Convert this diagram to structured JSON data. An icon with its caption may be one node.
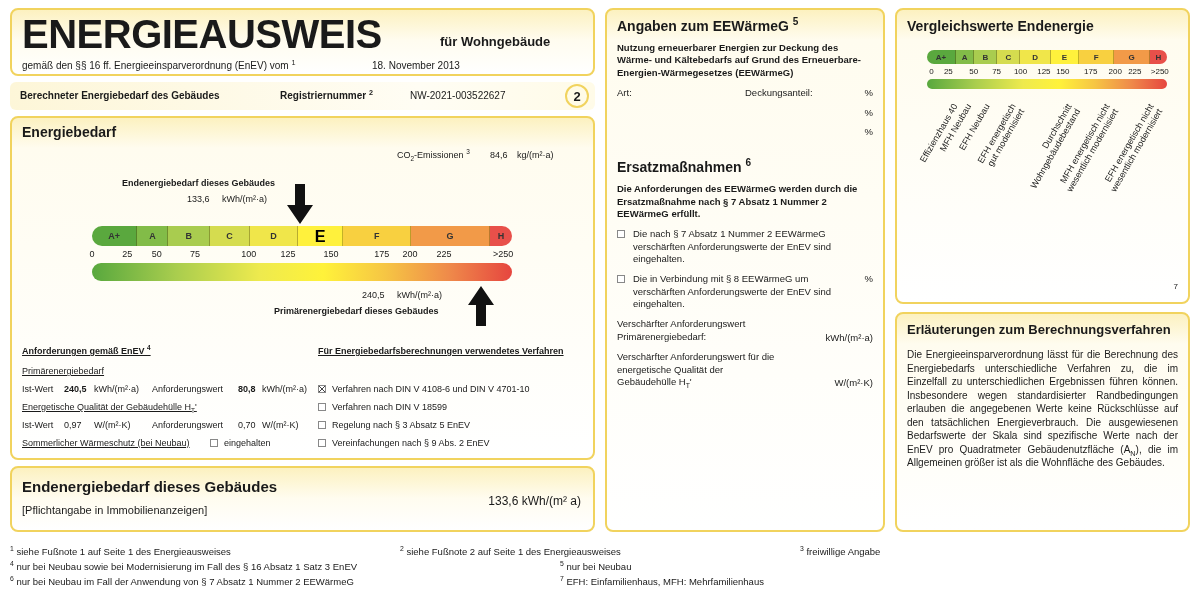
{
  "diagram": {
    "nodes": [
      {
        "text": [
          "ENERGIEAUSWEIS",
          "für Wohngebäude",
          "gemäß den §§ 16 ff. Energieeinsparverordnung (EnEV) vom $^{1}$",
          "18. November 2013"
        ]
      },
      {
        "text": [
          "Berechneter Energiebedarf des Gebäudes",
          "Registriernummer $^{2}$",
          "NW-2021-003522627"
        ]
      },
      {
        "text": [
          "2"
        ],
        "in": 1
      },
      {
        "text": [
          "Energiebedarf",
          "CO$_{2}$-Emissionen $^{3}$",
          "84,6",
          "kg/(m²·a)",
          "Endenergiebedarf dieses Gebäudes",
          "133,6",
          "kWh/(m²·a)",
          "240,5",
          "kWh/(m²·a)",
          "Primärenergiebedarf dieses Gebäudes",
          "Anforderungen gemäß EnEV $^{4}$",
          "Primärenergiebedarf",
          "Ist-Wert",
          "240,5",
          "kWh/(m²·a)",
          "Anforderungswert",
          "80,8",
          "kWh/(m²·a)",
          "Energetische Qualität der Gebäudehülle H$_{T}$'",
          "Ist-Wert",
          "0,97",
          "W/(m²·K)",
          "Anforderungswert",
          "0,70",
          "W/(m²·K)",
          "Sommerlicher Wärmeschutz (bei Neubau)",
          "eingehalten",
          "Für Energiebedarfsberechnungen verwendetes Verfahren",
          "Verfahren nach DIN V 4108-6 und DIN V 4701-10",
          "Verfahren nach DIN V 18599",
          "Regelung nach § 3 Absatz 5 EnEV",
          "Vereinfachungen nach § 9 Abs. 2 EnEV"
        ]
      },
      {
        "text": [
          "Endenergiebedarf dieses Gebäudes",
          "[Pflichtangabe in Immobilienanzeigen]",
          "133,6 kWh/(m² a)"
        ]
      },
      {
        "text": [
          "Angaben zum EEWärmeG $^{5}$",
          "Nutzung erneuerbarer Energien zur Deckung des Wärme- und Kältebedarfs auf Grund des Erneuerbare-Energien-Wärmegesetzes (EEWärmeG)",
          "Art:",
          "Deckungsanteil:",
          "%",
          "%",
          "%",
          "Ersatzmaßnahmen $^{6}$",
          "Die Anforderungen des EEWärmeG werden durch die Ersatzmaßnahme nach § 7 Absatz 1 Nummer 2 EEWärmeG erfüllt.",
          "Die nach § 7 Absatz 1 Nummer 2 EEWärmeG verschärften Anforderungswerte der EnEV sind eingehalten.",
          "Die in Verbindung mit § 8 EEWärmeG um verschärften Anforderungswerte der EnEV sind eingehalten.",
          "%",
          "Verschärfter Anforderungswert Primärenergiebedarf:",
          "kWh/(m²·a)",
          "Verschärfter Anforderungswert für die energetische Qualität der Gebäudehülle H$_{T}$'",
          "W/(m²·K)"
        ]
      },
      {
        "text": [
          "Vergleichswerte Endenergie",
          "Effizienzhaus 40",
          "MFH Neubau",
          "EFH Neubau",
          "EFH energetisch gut modernisiert",
          "Durchschnitt Wohngebäudebestand",
          "MFH energetisch nicht wesentlich modernisiert",
          "EFH energetisch nicht wesentlich modernisiert",
          "7"
        ]
      },
      {
        "text": [
          "Erläuterungen zum Berechnungsverfahren",
          "Die Energieeinsparverordnung lässt für die Berechnung des Energiebedarfs unterschiedliche Verfahren zu, die im Einzelfall zu unterschiedlichen Ergebnissen führen können. Insbesondere wegen standardisierter Randbedingungen erlauben die angegebenen Werte keine Rückschlüsse auf den tatsächlichen Energieverbrauch. Die ausgewiesenen Bedarfswerte der Skala sind spezifische Werte nach der EnEV pro Quadratmeter Gebäudenutzfläche (A$_{N}$), die im Allgemeinen größer ist als die Wohnfläche des Gebäudes."
        ]
      },
      {
        "text": [],
        "shape": "bar",
        "in": 3
      },
      {
        "text": [],
        "shape": "bar",
        "in": 6
      }
    ],
    "labels": [
      "A+",
      "A",
      "B",
      "C",
      "D",
      "E",
      "F",
      "G",
      "H",
      "0",
      "25",
      "50",
      "75",
      "100",
      "125",
      "150",
      "175",
      "200",
      "225",
      ">250",
      "A+",
      "A",
      "B",
      "C",
      "D",
      "E",
      "F",
      "G",
      "H",
      "0",
      "25",
      "50",
      "75",
      "100",
      "125",
      "150",
      "175",
      "200",
      "225",
      ">250",
      "$^{1}$ siehe Fußnote 1 auf Seite 1 des Energieausweises",
      "$^{2}$ siehe Fußnote 2 auf Seite 1 des Energieausweises",
      "$^{3}$ freiwillige Angabe",
      "$^{4}$ nur bei Neubau sowie bei Modernisierung im Fall des § 16 Absatz 1 Satz 3 EnEV",
      "$^{5}$ nur bei Neubau",
      "$^{6}$ nur bei Neubau im Fall der Anwendung von § 7 Absatz 1 Nummer 2 EEWärmeG",
      "$^{7}$ EFH: Einfamilienhaus, MFH: Mehrfamilienhaus"
    ]
  }
}
